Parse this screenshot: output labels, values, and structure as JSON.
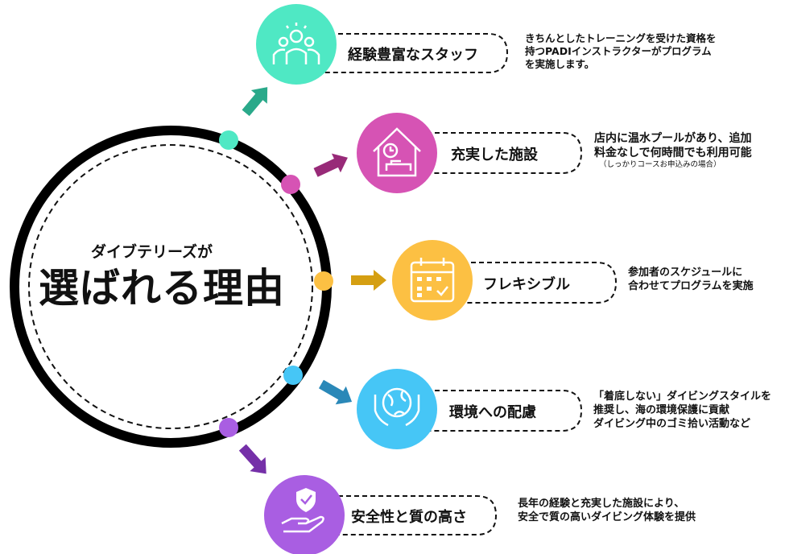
{
  "center": {
    "subtitle": "ダイブテリーズが",
    "title": "選ばれる理由"
  },
  "items": [
    {
      "label": "経験豊富なスタッフ",
      "icon": "staff-icon",
      "color": "#4fe8c4",
      "arrow_color": "#2aa98a",
      "desc": [
        "きちんとしたトレーニングを受けた資格を",
        "持つPADIインストラクターがプログラム",
        "を実施します。"
      ]
    },
    {
      "label": "充実した施設",
      "icon": "house-icon",
      "color": "#d653b4",
      "arrow_color": "#982a78",
      "desc": [
        "店内に温水プールがあり、追加",
        "料金なしで何時間でも利用可能"
      ],
      "note": "（しっかりコースお申込みの場合）"
    },
    {
      "label": "フレキシブル",
      "icon": "calendar-icon",
      "color": "#fcc043",
      "arrow_color": "#d59f12",
      "desc": [
        "参加者のスケジュールに",
        "合わせてプログラムを実施"
      ]
    },
    {
      "label": "環境への配慮",
      "icon": "globe-hands-icon",
      "color": "#46c6f6",
      "arrow_color": "#2a88b8",
      "desc": [
        "「着底しない」ダイビングスタイルを",
        "推奨し、海の環境保護に貢献",
        "ダイビング中のゴミ拾い活動など"
      ]
    },
    {
      "label": "安全性と質の高さ",
      "icon": "shield-hand-icon",
      "color": "#a95ee2",
      "arrow_color": "#7530a8",
      "desc": [
        "長年の経験と充実した施設により、",
        "安全で質の高いダイビング体験を提供"
      ]
    }
  ]
}
